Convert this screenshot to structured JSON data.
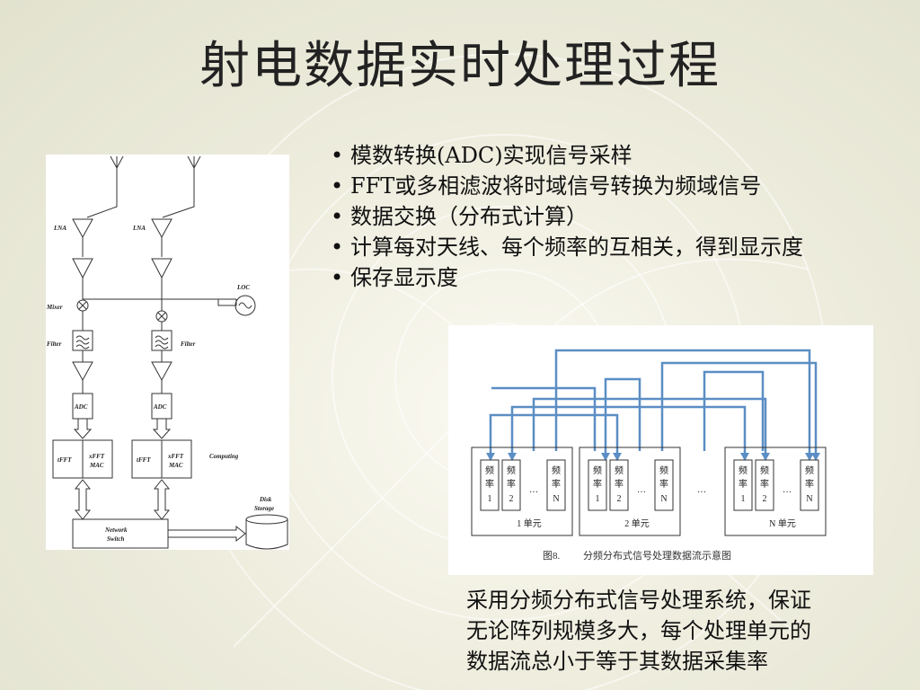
{
  "slide": {
    "title": "射电数据实时处理过程",
    "bullets": [
      "模数转换(ADC)实现信号采样",
      "FFT或多相滤波将时域信号转换为频域信号",
      "数据交换（分布式计算）",
      "计算每对天线、每个频率的互相关，得到显示度",
      "保存显示度"
    ],
    "caption_lines": [
      "采用分频分布式信号处理系统，保证",
      "无论阵列规模多大，每个处理单元的",
      "数据流总小于等于其数据采集率"
    ]
  },
  "left_diagram": {
    "labels": {
      "lna": "LNA",
      "loc": "LOC",
      "mixer": "Mixer",
      "filter": "Filter",
      "adc": "ADC",
      "tfft": "tFFT",
      "xfft1": "xFFT",
      "xfft2": "MAC",
      "computing": "Computing",
      "disk1": "Disk",
      "disk2": "Storage",
      "switch1": "Network",
      "switch2": "Switch"
    }
  },
  "right_diagram": {
    "freq_char": "频",
    "rate_char": "率",
    "idx": [
      "1",
      "2",
      "N"
    ],
    "dots": "…",
    "unit_labels": [
      "1 单元",
      "2 单元",
      "N 单元"
    ],
    "fig_no": "图8.",
    "fig_caption": "分频分布式信号处理数据流示意图",
    "colors": {
      "line": "#5b8ec4",
      "box": "#333333"
    }
  }
}
